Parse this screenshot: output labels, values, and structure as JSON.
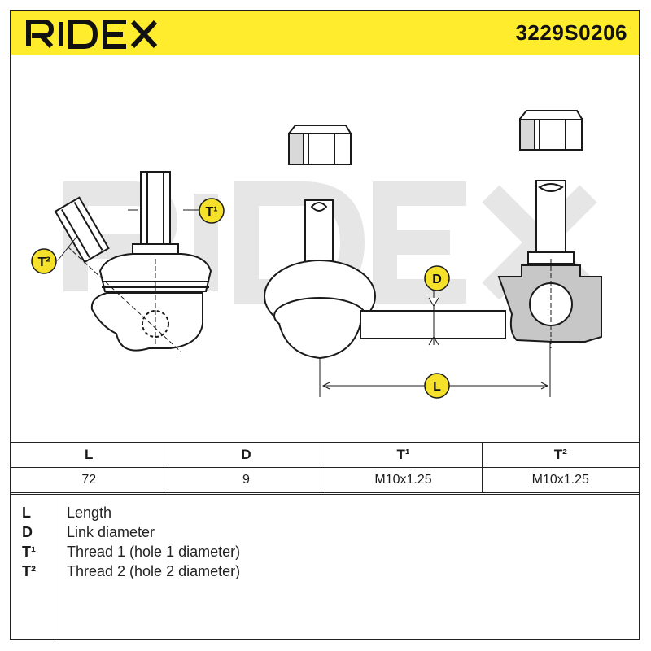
{
  "header": {
    "brand": "RIDEX",
    "part_number": "3229S0206",
    "background": "#ffec2d"
  },
  "diagram": {
    "watermark": "RIDEX",
    "callouts": {
      "t1": "T¹",
      "t2": "T²",
      "d": "D",
      "l": "L"
    },
    "callout_color": "#f5e12a"
  },
  "spec_table": {
    "headers": [
      "L",
      "D",
      "T¹",
      "T²"
    ],
    "values": [
      "72",
      "9",
      "M10x1.25",
      "M10x1.25"
    ]
  },
  "legend": [
    {
      "key": "L",
      "desc": "Length"
    },
    {
      "key": "D",
      "desc": "Link diameter"
    },
    {
      "key": "T¹",
      "desc": "Thread 1 (hole 1 diameter)"
    },
    {
      "key": "T²",
      "desc": "Thread 2 (hole 2 diameter)"
    }
  ]
}
